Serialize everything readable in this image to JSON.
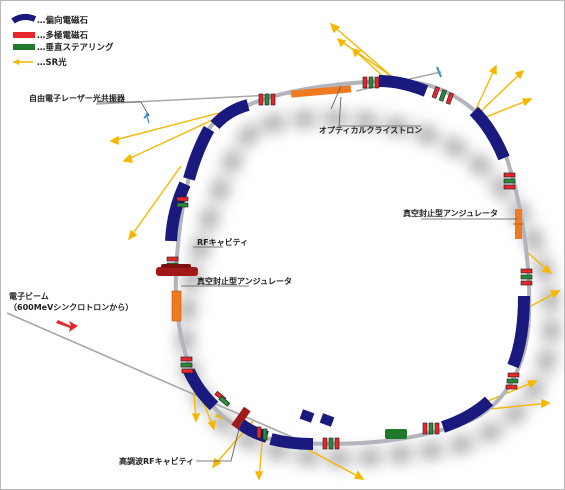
{
  "legend": {
    "bending": "…偏向電磁石",
    "multipole": "…多極電磁石",
    "steering": "…垂直ステアリング",
    "sr": "…SR光"
  },
  "labels": {
    "fel": "自由電子レーザー光共振器",
    "optical_klystron": "オプティカルクライストロン",
    "undulator_right": "真空封止型アンジュレータ",
    "rf_cavity": "RFキャビティ",
    "undulator_left": "真空封止型アンジュレータ",
    "electron_beam_line1": "電子ビーム",
    "electron_beam_line2": "（600MeVシンクロトロンから）",
    "harmonic_rf": "高調波RFキャビティ"
  },
  "colors": {
    "bending": "#1a1a7e",
    "multipole": "#e8262c",
    "steering": "#1e7a2a",
    "sr_light": "#f5b700",
    "undulator": "#f07a20",
    "rf": "#a01818",
    "beam_arrow": "#e8262c",
    "ring_pipe": "#b4b4bc"
  }
}
